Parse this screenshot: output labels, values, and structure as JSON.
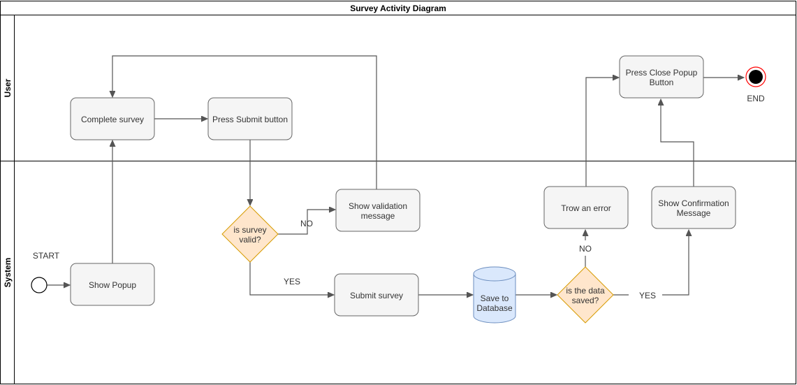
{
  "title": "Survey Activity Diagram",
  "lanes": {
    "user": "User",
    "system": "System"
  },
  "nodes": {
    "start_label": "START",
    "end_label": "END",
    "show_popup": "Show Popup",
    "complete_survey": "Complete survey",
    "press_submit": "Press Submit button",
    "is_valid": [
      "is survey",
      "valid?"
    ],
    "show_validation": [
      "Show validation",
      "message"
    ],
    "submit_survey": "Submit survey",
    "save_db": [
      "Save to",
      "Database"
    ],
    "is_saved": [
      "is the data",
      "saved?"
    ],
    "throw_error": "Trow an error",
    "show_confirmation": [
      "Show Confirmation",
      "Message"
    ],
    "press_close": [
      "Press Close Popup",
      "Button"
    ]
  },
  "edge_labels": {
    "valid_no": "NO",
    "valid_yes": "YES",
    "saved_no": "NO",
    "saved_yes": "YES"
  },
  "colors": {
    "action_fill": "#f5f5f5",
    "decision_fill": "#ffe6cc",
    "decision_stroke": "#d79b00",
    "database_fill": "#dae8fc",
    "database_stroke": "#6c8ebf",
    "end_ring": "#ff0000"
  }
}
